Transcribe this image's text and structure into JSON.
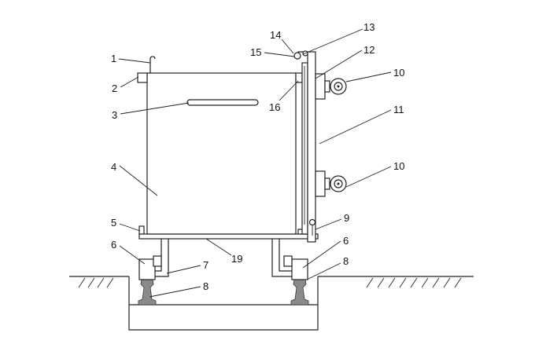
{
  "colors": {
    "line": "#222222",
    "label": "#111111",
    "background": "#ffffff",
    "fill_gray": "#8a8a8a"
  },
  "labels": {
    "l1": "1",
    "l2": "2",
    "l3": "3",
    "l4": "4",
    "l5": "5",
    "l6a": "6",
    "l6b": "6",
    "l7": "7",
    "l8a": "8",
    "l8b": "8",
    "l9": "9",
    "l10a": "10",
    "l10b": "10",
    "l11": "11",
    "l12": "12",
    "l13": "13",
    "l14": "14",
    "l15": "15",
    "l16": "16",
    "l19": "19"
  }
}
